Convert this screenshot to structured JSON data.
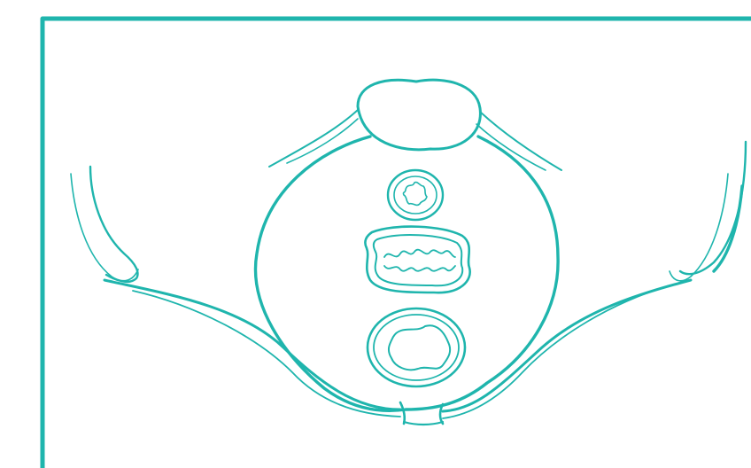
{
  "diagram": {
    "style": "line-illustration",
    "colors": {
      "line": "#1fb5ad",
      "background": "#ffffff"
    },
    "structures": [
      "pelvic-bone-outline",
      "pubic-symphysis",
      "sacrum",
      "urethra",
      "vagina",
      "rectum"
    ]
  }
}
